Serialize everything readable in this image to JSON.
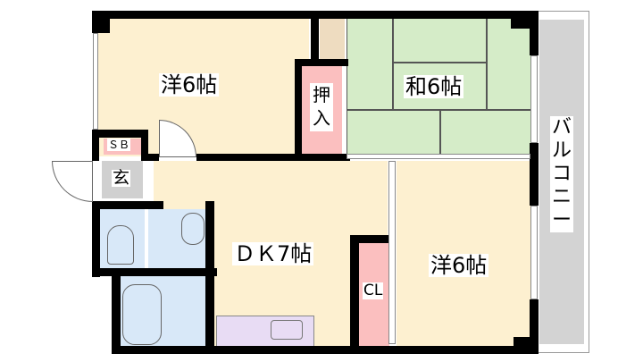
{
  "floorplan": {
    "rooms": [
      {
        "id": "western-room-1",
        "label": "洋6帖",
        "type": "Western room",
        "size_jo": 6,
        "color": "#fdf0d0"
      },
      {
        "id": "japanese-room",
        "label": "和6帖",
        "type": "Japanese room",
        "size_jo": 6,
        "color": "#d5ecc8"
      },
      {
        "id": "dining-kitchen",
        "label": "ＤＫ7帖",
        "type": "Dining kitchen",
        "size_jo": 7,
        "color": "#fdf0d0"
      },
      {
        "id": "western-room-2",
        "label": "洋6帖",
        "type": "Western room",
        "size_jo": 6,
        "color": "#fdf0d0"
      }
    ],
    "storage": {
      "oshiire": {
        "label": "押入",
        "color": "#fbbfbf"
      },
      "closet": {
        "label": "CL",
        "color": "#fbbfbf"
      },
      "shoe_box": {
        "label": "ＳＢ",
        "color": "#fbbfbf"
      }
    },
    "entrance": {
      "label": "玄",
      "color": "#d0d0d0"
    },
    "balcony": {
      "label": "バルコニー",
      "color": "#d3d3d3"
    },
    "wet_area_color": "#d8e8f8",
    "kitchen_counter_color": "#e8dcf4",
    "alcove_color": "#eedcc0"
  }
}
